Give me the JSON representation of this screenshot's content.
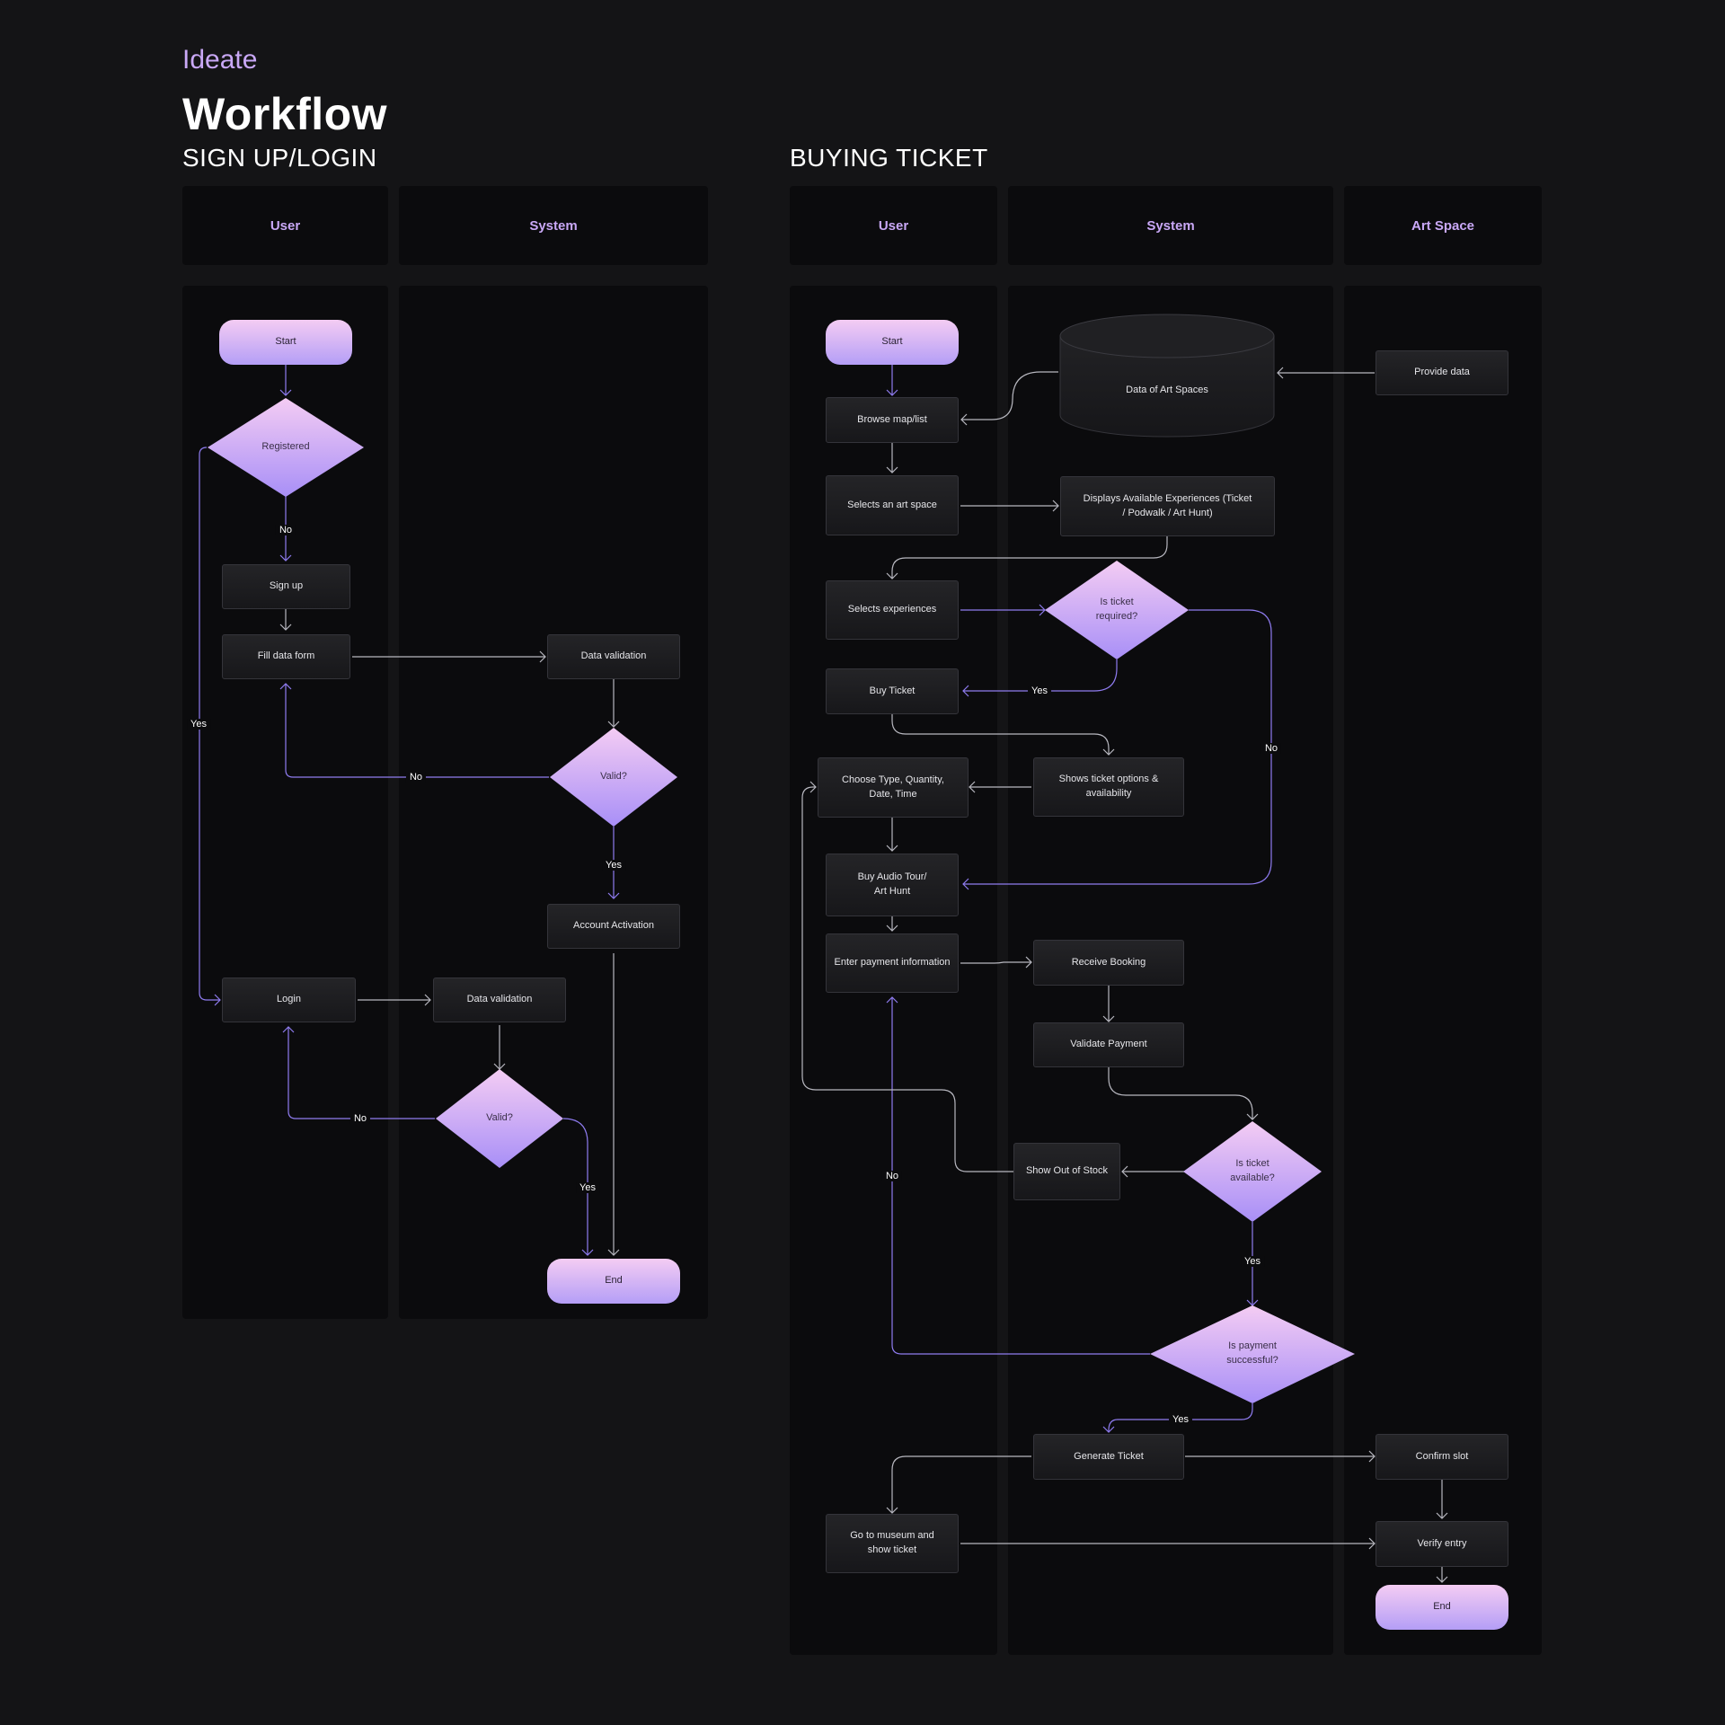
{
  "header": {
    "eyebrow": "Ideate",
    "title": "Workflow"
  },
  "colors": {
    "background": "#141416",
    "lane": "#0b0b0d",
    "accent": "#c9a8f6",
    "connector": "#8f7cf0",
    "line": "#b8b8c0"
  },
  "signup": {
    "title": "SIGN UP/LOGIN",
    "lanes": {
      "user": "User",
      "system": "System"
    },
    "nodes": {
      "start": "Start",
      "registered": "Registered",
      "sign_up": "Sign up",
      "fill_form": "Fill data form",
      "validation1": "Data validation",
      "valid1": "Valid?",
      "activation": "Account Activation",
      "login": "Login",
      "validation2": "Data validation",
      "valid2": "Valid?",
      "end": "End"
    },
    "labels": {
      "no": "No",
      "yes": "Yes"
    }
  },
  "buying": {
    "title": "BUYING TICKET",
    "lanes": {
      "user": "User",
      "system": "System",
      "artspace": "Art Space"
    },
    "nodes": {
      "start": "Start",
      "browse": "Browse map/list",
      "data_spaces": "Data of Art Spaces",
      "provide_data": "Provide data",
      "select_space": "Selects an art space",
      "displays": "Displays Available Experiences (Ticket / Podwalk / Art Hunt)",
      "select_exp": "Selects experiences",
      "ticket_required": "Is ticket required?",
      "buy_ticket": "Buy Ticket",
      "shows_options": "Shows ticket options & availability",
      "choose_type": "Choose Type, Quantity, Date, Time",
      "buy_audio": "Buy Audio Tour/ Art Hunt",
      "enter_payment": "Enter payment information",
      "receive_booking": "Receive Booking",
      "validate_payment": "Validate Payment",
      "out_of_stock": "Show Out of Stock",
      "ticket_available": "Is ticket available?",
      "payment_success": "Is payment successful?",
      "generate": "Generate Ticket",
      "confirm_slot": "Confirm slot",
      "go_museum": "Go to museum and show ticket",
      "verify": "Verify entry",
      "end": "End"
    },
    "labels": {
      "yes": "Yes",
      "no": "No"
    }
  }
}
